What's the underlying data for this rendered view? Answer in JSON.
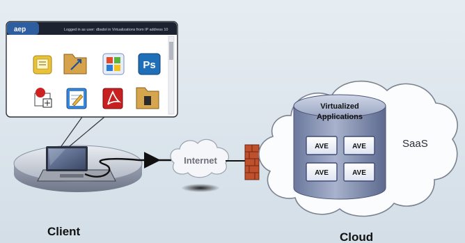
{
  "popup": {
    "logo_text": "aep",
    "status_text": "Logged in as user: dbsdol in Virtualizations from IP address 10"
  },
  "cloud_box": {
    "title_line1": "Virtualized",
    "title_line2": "Applications",
    "cells": [
      "AVE",
      "AVE",
      "AVE",
      "AVE"
    ]
  },
  "labels": {
    "internet": "Internet",
    "saas": "SaaS",
    "client": "Client",
    "cloud": "Cloud"
  },
  "icons": [
    {
      "name": "notes-app-icon",
      "color": "#e8c23a"
    },
    {
      "name": "folder-share-icon",
      "color": "#d6a24a"
    },
    {
      "name": "windows-logo-icon",
      "color": "#3d7fd1"
    },
    {
      "name": "photoshop-icon",
      "color": "#1f6fb8"
    },
    {
      "name": "remote-desktop-icon",
      "color": "#cc2222"
    },
    {
      "name": "notepad-edit-icon",
      "color": "#3a86d8"
    },
    {
      "name": "acrobat-pdf-icon",
      "color": "#c82020"
    },
    {
      "name": "folder-icon",
      "color": "#d6a64e"
    }
  ],
  "colors": {
    "background": "#dbe5ec",
    "ave_button": "#ffffff",
    "cylinder": "#7f8db0",
    "firewall": "#c0502c"
  }
}
